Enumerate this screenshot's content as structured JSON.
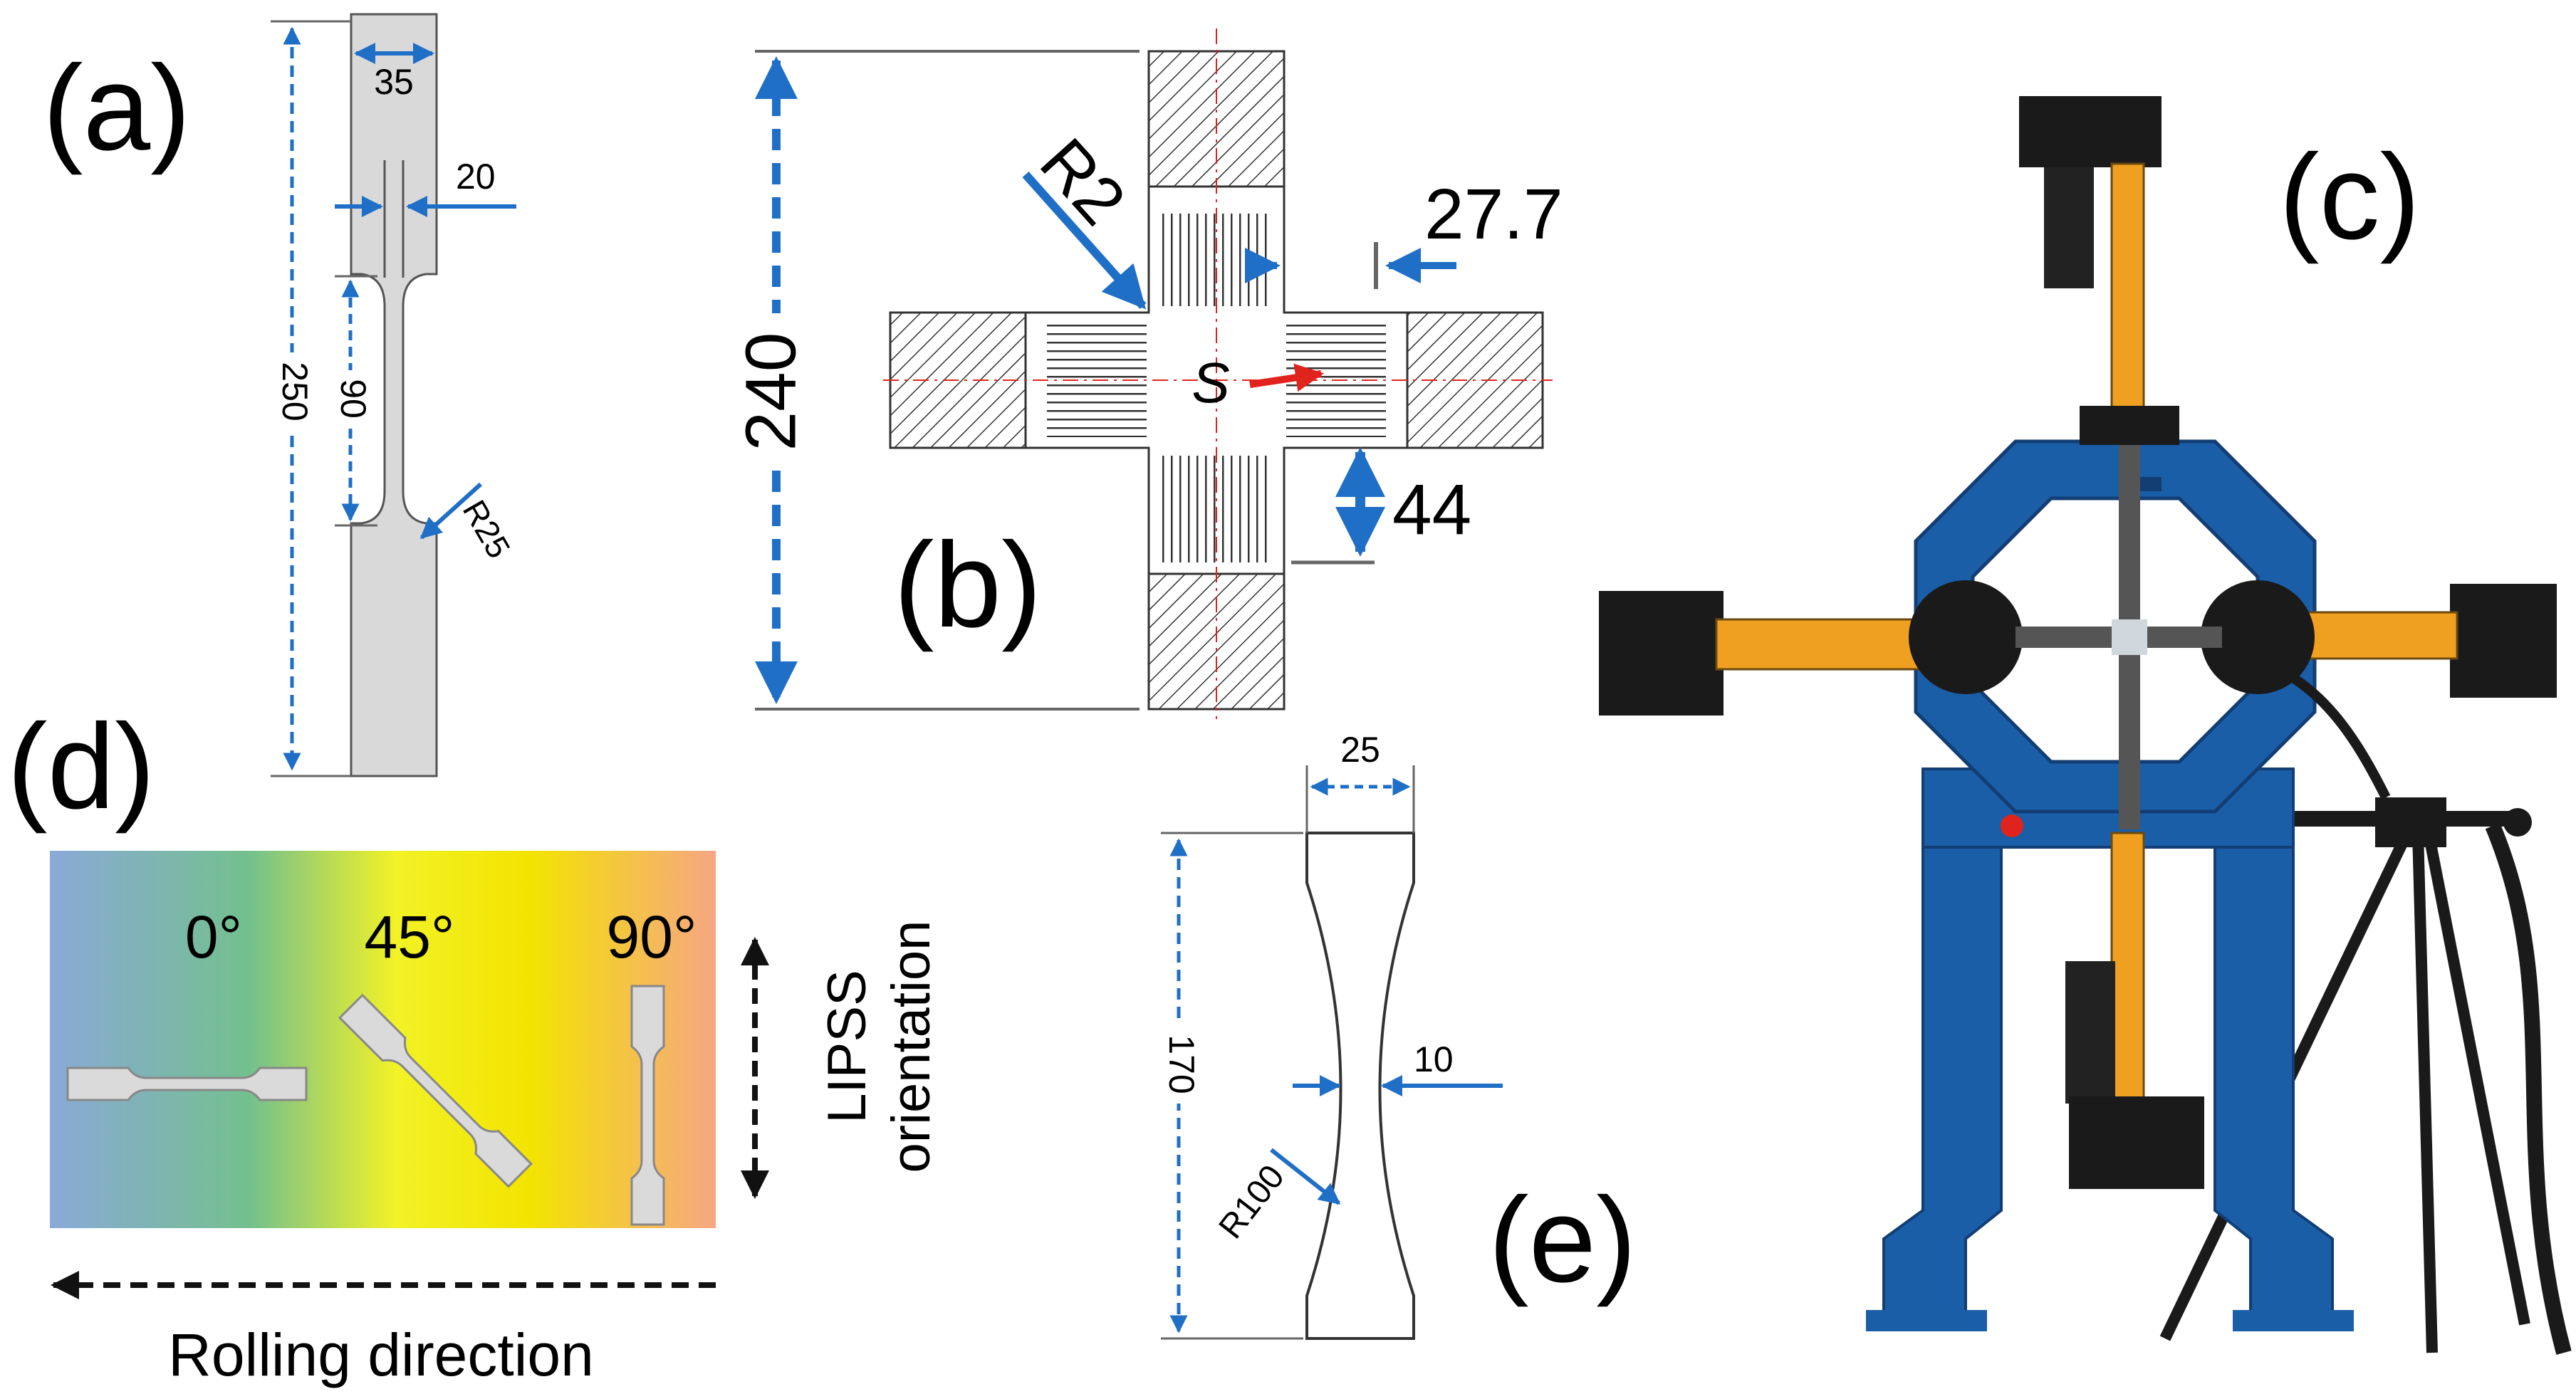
{
  "panels": {
    "a": {
      "label": "(a)",
      "dims": {
        "width_top": "35",
        "width_gauge": "20",
        "total_length": "250",
        "gauge_length": "90",
        "radius": "R25"
      }
    },
    "b": {
      "label": "(b)",
      "dims": {
        "total_length": "240",
        "radius": "R2",
        "arm_width": "27.7",
        "slot_length": "44",
        "center_mark": "S"
      }
    },
    "c": {
      "label": "(c)"
    },
    "d": {
      "label": "(d)",
      "angles": [
        "0°",
        "45°",
        "90°"
      ],
      "lipss_label_line1": "LIPSS",
      "lipss_label_line2": "orientation",
      "rolling_direction": "Rolling direction"
    },
    "e": {
      "label": "(e)",
      "dims": {
        "width_top": "25",
        "total_length": "170",
        "width_neck": "10",
        "radius": "R100"
      }
    }
  },
  "colors": {
    "dimension_blue": "#1f6fc6",
    "specimen_gray": "#d9d9d9",
    "frame_blue": "#1b5ea8",
    "actuator_orange": "#f0a020",
    "arrow_red": "#e0231c",
    "gradient": [
      "#87a8d8",
      "#6fc08a",
      "#f0f020",
      "#f3e600",
      "#f5a882"
    ]
  }
}
